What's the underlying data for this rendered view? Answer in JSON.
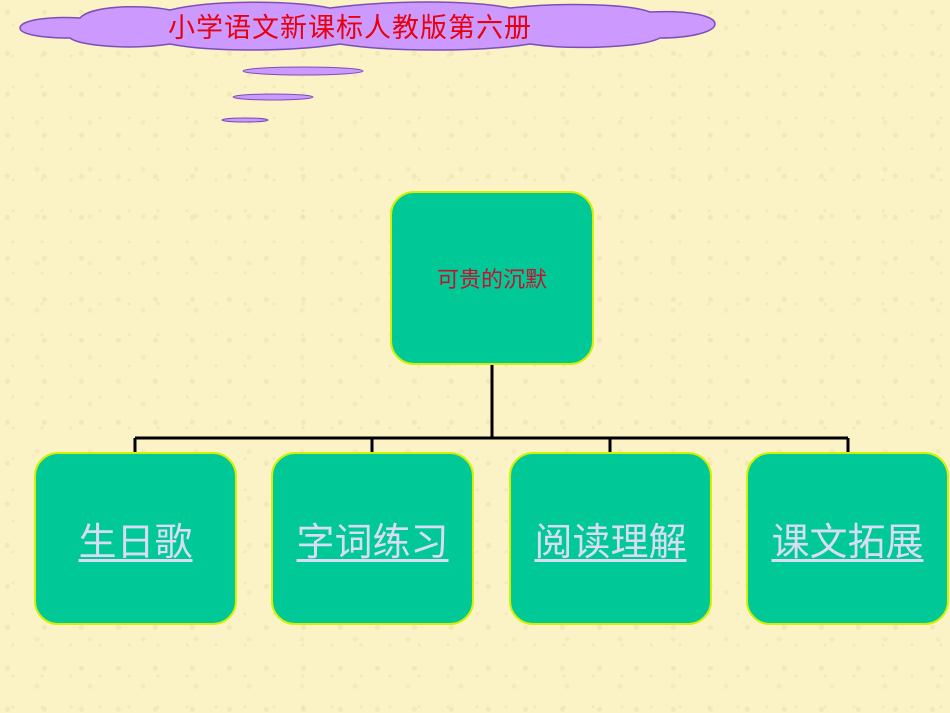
{
  "banner": {
    "title": "小学语文新课标人教版第六册"
  },
  "diagram": {
    "root": {
      "label": "可贵的沉默"
    },
    "children": [
      {
        "label": "生日歌"
      },
      {
        "label": "字词练习"
      },
      {
        "label": "阅读理解"
      },
      {
        "label": "课文拓展"
      }
    ]
  },
  "colors": {
    "background": "#fbf2c6",
    "node_fill": "#00c896",
    "node_border": "#d2f000",
    "banner_cloud": "#cc99ff",
    "title_red": "#e8000c",
    "link_color": "#d8dcf5"
  }
}
